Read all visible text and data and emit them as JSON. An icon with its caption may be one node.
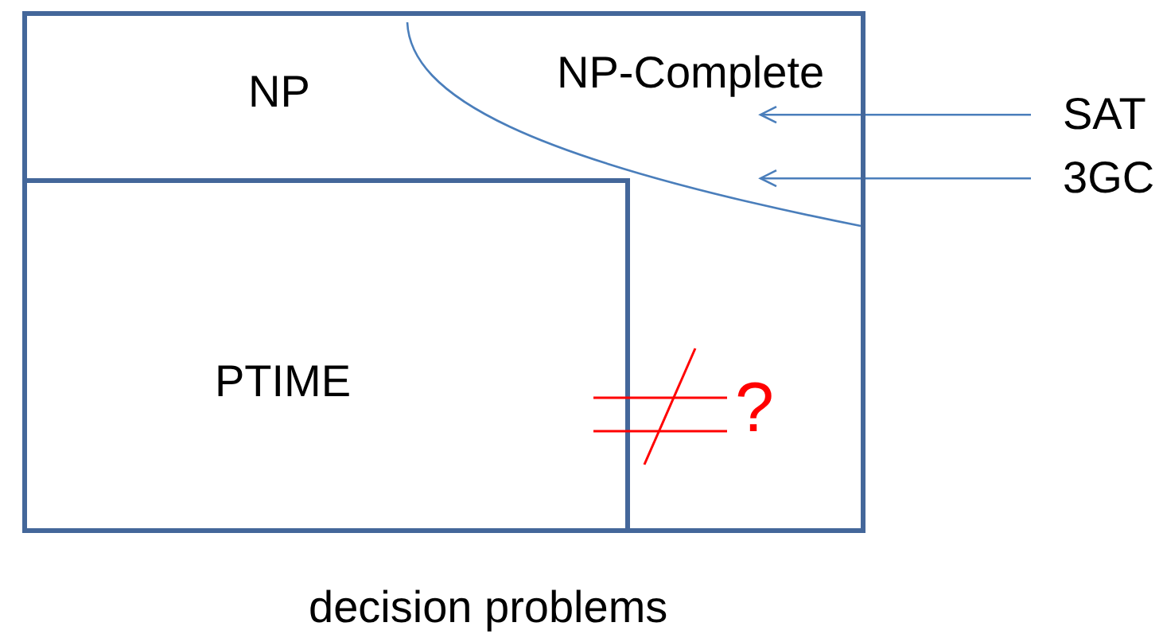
{
  "diagram": {
    "caption": "decision problems",
    "nodes": [
      {
        "text": [
          "NP"
        ]
      },
      {
        "text": [
          "NP-Complete"
        ],
        "in": 0
      },
      {
        "text": [
          "PTIME"
        ],
        "in": 0
      },
      {
        "text": [
          "SAT"
        ]
      },
      {
        "text": [
          "3GC"
        ]
      }
    ],
    "edges": [
      {
        "from": 3,
        "to": 1,
        "arrow": "to"
      },
      {
        "from": 4,
        "to": 1,
        "arrow": "to"
      }
    ],
    "labels": [
      "?"
    ]
  }
}
